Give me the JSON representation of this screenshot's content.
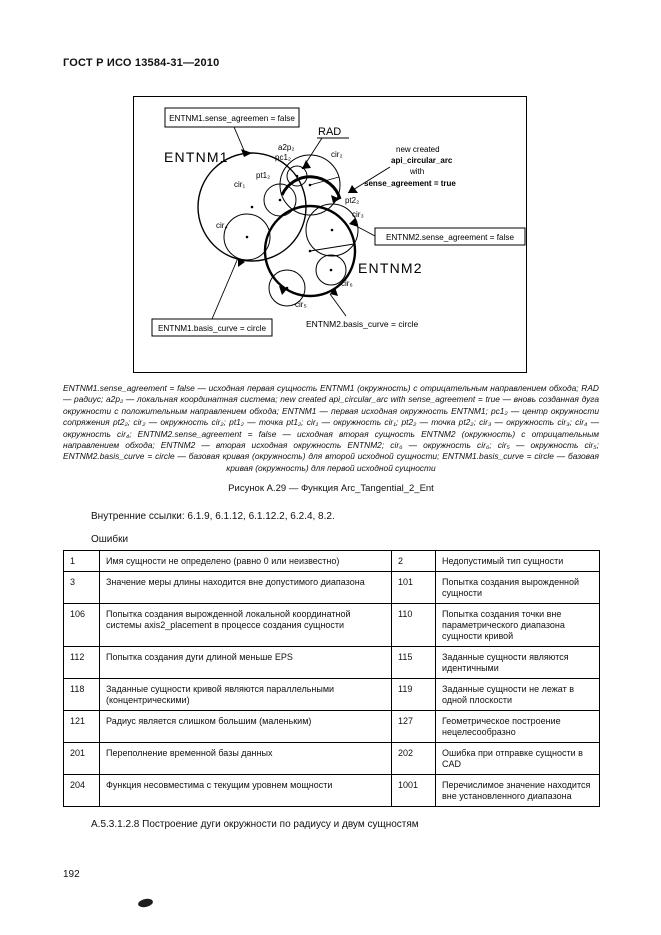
{
  "page": {
    "header_title": "ГОСТ Р ИСО 13584-31—2010",
    "page_number": "192"
  },
  "figure": {
    "labels": {
      "entnm1_sense": "ENTNM1.sense_agreemen = false",
      "rad": "RAD",
      "entnm1": "ENTNM1",
      "a2p2": "a2p₂",
      "pc12": "pc1₂",
      "cir2": "cir₂",
      "new_created_1": "new created",
      "new_created_2": "api_circular_arc",
      "new_created_3": "with",
      "new_created_4": "sense_agreement = true",
      "pt12": "pt1₂",
      "cir1": "cir₁",
      "pt22": "pt2₂",
      "cir3": "cir₃",
      "entnm2_sense": "ENTNM2.sense_agreement = false",
      "cir4": "cir₄",
      "entnm2": "ENTNM2",
      "cir6": "cir₆",
      "cir5": "cir₅",
      "entnm1_basis": "ENTNM1.basis_curve = circle",
      "entnm2_basis": "ENTNM2.basis_curve = circle"
    },
    "legend": "ENTNM1.sense_agreement = false — исходная первая сущность ENTNM1 (окружность) с отрицательным направлением обхода; RAD — радиус; a2p₂ — локальная координатная система; new created api_circular_arc with sense_agreement = true — вновь созданная дуга окружности с положительным направлением обхода; ENTNM1 — первая исходная окружность ENTNM1; pc1₂ — центр окружности сопряжения pt2₂; cir₂ — окружность cir₂; pt1₂ — точка pt1₂; cir₁ — окружность cir₁; pt2₂ — точка pt2₂; cir₃ — окружность cir₃; cir₄ — окружность cir₄; ENTNM2.sense_agreement = false — исходная вторая сущность ENTNM2 (окружность) с отрицательным направлением обхода; ENTNM2 — вторая исходная окружность ENTNM2; cir₆ — окружность cir₆; cir₅ — окружность cir₅; ENTNM2.basis_curve = circle — базовая кривая (окружность) для второй исходной сущности; ENTNM1.basis_curve = circle — базовая кривая (окружность) для первой исходной сущности",
    "caption": "Рисунок А.29 — Функция Arc_Tangential_2_Ent"
  },
  "body": {
    "internal_refs": "Внутренние ссылки: 6.1.9, 6.1.12, 6.1.12.2, 6.2.4, 8.2.",
    "errors_heading": "Ошибки",
    "section_heading": "А.5.3.1.2.8 Построение дуги окружности по радиусу и двум сущностям"
  },
  "error_table": {
    "rows": [
      {
        "c1": "1",
        "d1": "Имя сущности не определено (равно 0 или неизвестно)",
        "c2": "2",
        "d2": "Недопустимый тип сущности"
      },
      {
        "c1": "3",
        "d1": "Значение меры длины находится вне допустимого диапазона",
        "c2": "101",
        "d2": "Попытка создания вырожденной сущности"
      },
      {
        "c1": "106",
        "d1": "Попытка создания вырожденной локальной координатной системы axis2_placement в процессе создания сущности",
        "c2": "110",
        "d2": "Попытка создания точки вне параметрического диапазона сущности кривой"
      },
      {
        "c1": "112",
        "d1": "Попытка создания дуги длиной меньше EPS",
        "c2": "115",
        "d2": "Заданные сущности являются идентичными"
      },
      {
        "c1": "118",
        "d1": "Заданные сущности кривой являются параллельными (концентрическими)",
        "c2": "119",
        "d2": "Заданные сущности не лежат в одной плоскости"
      },
      {
        "c1": "121",
        "d1": "Радиус является слишком большим (маленьким)",
        "c2": "127",
        "d2": "Геометрическое построение нецелесообразно"
      },
      {
        "c1": "201",
        "d1": "Переполнение временной базы данных",
        "c2": "202",
        "d2": "Ошибка при отправке сущности в CAD"
      },
      {
        "c1": "204",
        "d1": "Функция несовместима с текущим уровнем мощности",
        "c2": "1001",
        "d2": "Перечислимое значение находится вне установленного диапазона"
      }
    ]
  }
}
